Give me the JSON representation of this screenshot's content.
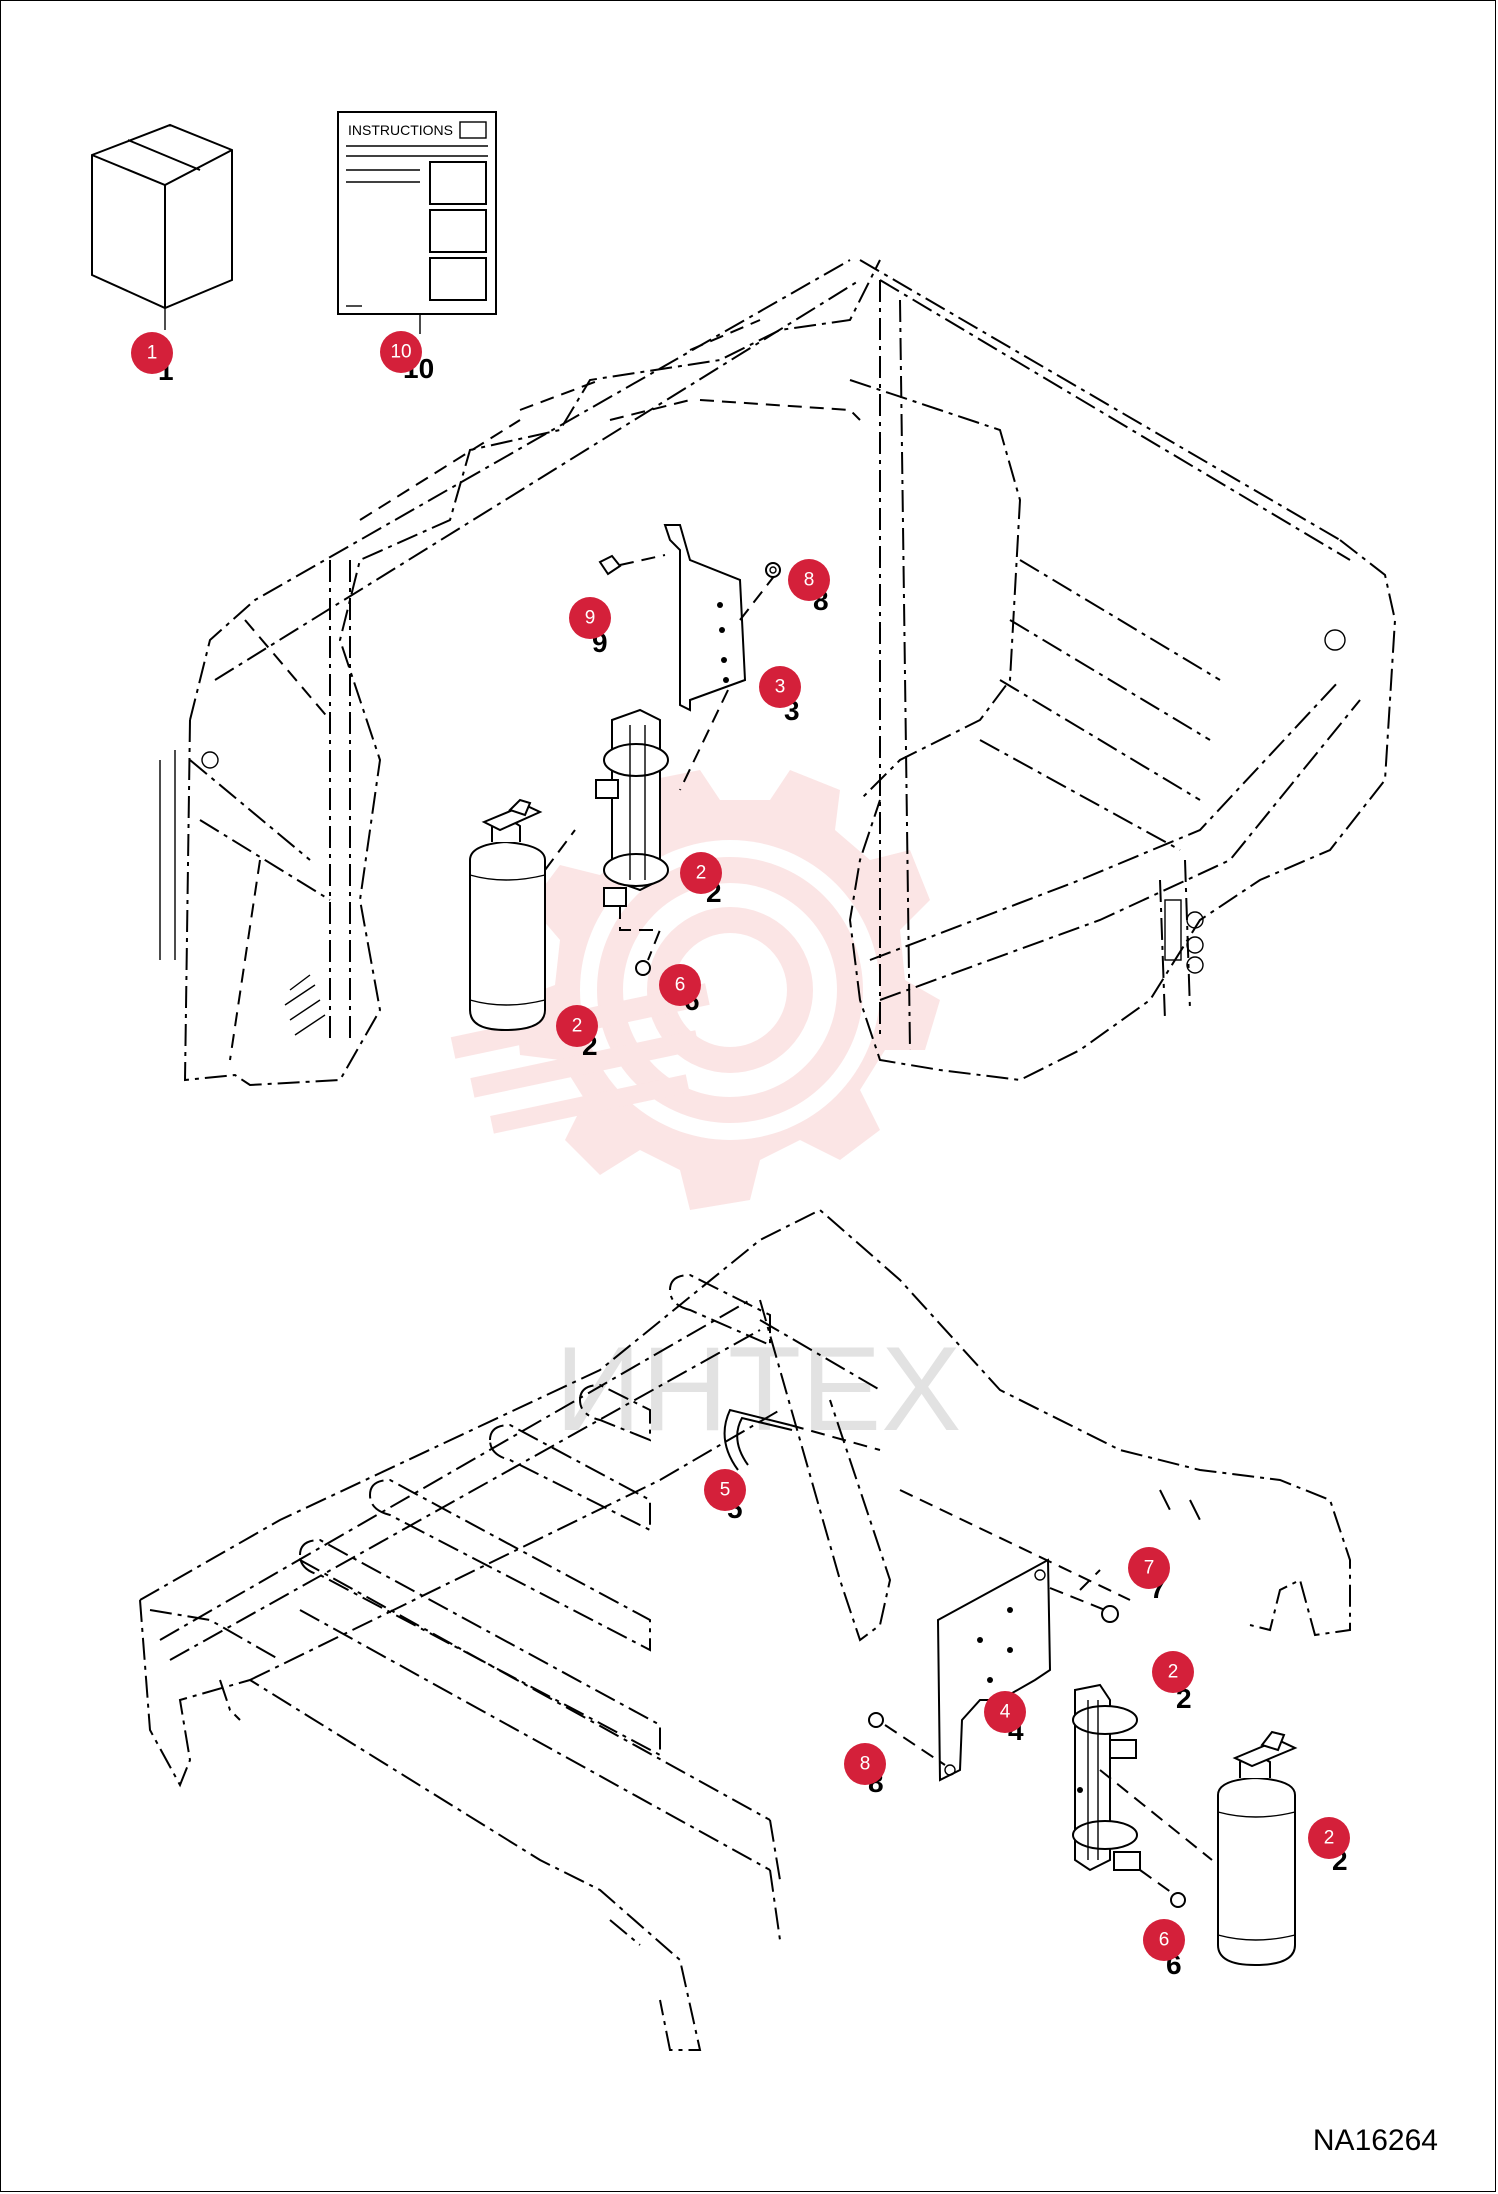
{
  "figure_code": "NA16264",
  "instructions_label": "INSTRUCTIONS",
  "watermark_text": "ИНТЕХ",
  "colors": {
    "callout": "#d4203a",
    "watermark": "#f2a3a3"
  },
  "callouts": [
    {
      "id": "c-kit",
      "label": "1"
    },
    {
      "id": "c-instructions",
      "label": "10"
    },
    {
      "id": "c-bolt-upper",
      "label": "9"
    },
    {
      "id": "c-nut-upper",
      "label": "8"
    },
    {
      "id": "c-bracket-upper",
      "label": "3"
    },
    {
      "id": "c-holder-upper",
      "label": "2"
    },
    {
      "id": "c-screw-upper",
      "label": "6"
    },
    {
      "id": "c-extinguisher-upper",
      "label": "2"
    },
    {
      "id": "c-ubolt",
      "label": "5"
    },
    {
      "id": "c-nut-lower-right",
      "label": "7"
    },
    {
      "id": "c-holder-lower",
      "label": "2"
    },
    {
      "id": "c-plate-lower",
      "label": "4"
    },
    {
      "id": "c-nut-lower-left",
      "label": "8"
    },
    {
      "id": "c-extinguisher-lower",
      "label": "2"
    },
    {
      "id": "c-screw-lower",
      "label": "6"
    }
  ]
}
